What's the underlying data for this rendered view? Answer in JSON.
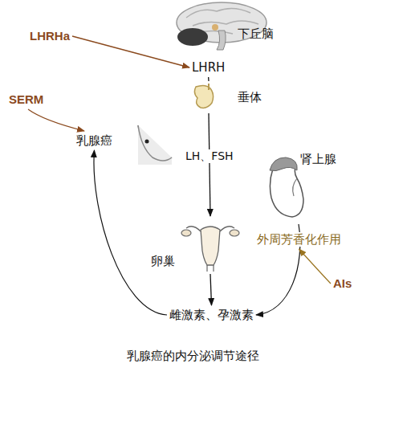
{
  "diagram": {
    "caption": "乳腺癌的内分泌调节途径",
    "nodes": [
      {
        "text": [
          "LHRHa"
        ]
      },
      {
        "text": [
          "下丘脑"
        ]
      },
      {
        "text": [
          "LHRH"
        ]
      },
      {
        "text": [
          "垂体"
        ]
      },
      {
        "text": [
          "SERM"
        ]
      },
      {
        "text": [
          "乳腺癌"
        ]
      },
      {
        "text": [
          "肾上腺"
        ]
      },
      {
        "text": [
          "外周芳香化作用"
        ]
      },
      {
        "text": [
          "卵巢"
        ]
      },
      {
        "text": [
          "AIs"
        ]
      },
      {
        "text": [
          "雌激素、孕激素"
        ]
      }
    ],
    "edges": [
      {
        "from": 0,
        "to": 2,
        "arrow": "to"
      },
      {
        "from": 2,
        "to": 3,
        "arrow": "none"
      },
      {
        "from": 3,
        "to": 8,
        "label": "LH、FSH",
        "arrow": "to"
      },
      {
        "from": 8,
        "to": 10,
        "arrow": "to"
      },
      {
        "from": 10,
        "to": 5,
        "arrow": "to"
      },
      {
        "from": 4,
        "to": 5,
        "arrow": "to"
      },
      {
        "from": 6,
        "to": 10,
        "arrow": "to"
      },
      {
        "from": 9,
        "to": 7,
        "arrow": "to"
      }
    ]
  }
}
